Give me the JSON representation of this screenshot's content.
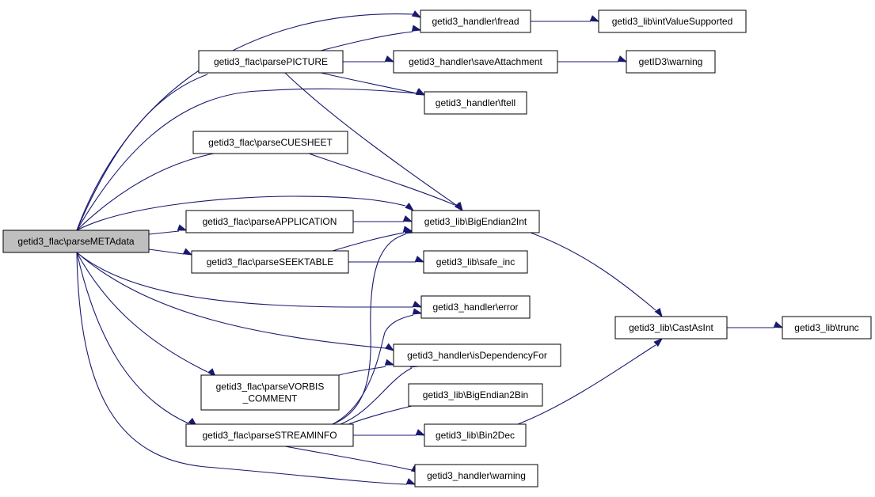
{
  "colors": {
    "edge": "#191970",
    "node_border": "#000000",
    "root_fill": "#bfbfbf",
    "node_fill": "#ffffff"
  },
  "nodes": {
    "parseMETAdata": {
      "lines": [
        "getid3_flac\\parseMETAdata"
      ]
    },
    "parsePICTURE": {
      "lines": [
        "getid3_flac\\parsePICTURE"
      ]
    },
    "parseCUESHEET": {
      "lines": [
        "getid3_flac\\parseCUESHEET"
      ]
    },
    "parseAPPLICATION": {
      "lines": [
        "getid3_flac\\parseAPPLICATION"
      ]
    },
    "parseSEEKTABLE": {
      "lines": [
        "getid3_flac\\parseSEEKTABLE"
      ]
    },
    "parseVORBIS_COMMENT": {
      "lines": [
        "getid3_flac\\parseVORBIS",
        "_COMMENT"
      ]
    },
    "parseSTREAMINFO": {
      "lines": [
        "getid3_flac\\parseSTREAMINFO"
      ]
    },
    "fread": {
      "lines": [
        "getid3_handler\\fread"
      ]
    },
    "saveAttachment": {
      "lines": [
        "getid3_handler\\saveAttachment"
      ]
    },
    "ftell": {
      "lines": [
        "getid3_handler\\ftell"
      ]
    },
    "BigEndian2Int": {
      "lines": [
        "getid3_lib\\BigEndian2Int"
      ]
    },
    "safe_inc": {
      "lines": [
        "getid3_lib\\safe_inc"
      ]
    },
    "error": {
      "lines": [
        "getid3_handler\\error"
      ]
    },
    "isDependencyFor": {
      "lines": [
        "getid3_handler\\isDependencyFor"
      ]
    },
    "BigEndian2Bin": {
      "lines": [
        "getid3_lib\\BigEndian2Bin"
      ]
    },
    "Bin2Dec": {
      "lines": [
        "getid3_lib\\Bin2Dec"
      ]
    },
    "warning_handler": {
      "lines": [
        "getid3_handler\\warning"
      ]
    },
    "intValueSupported": {
      "lines": [
        "getid3_lib\\intValueSupported"
      ]
    },
    "getID3warning": {
      "lines": [
        "getID3\\warning"
      ]
    },
    "CastAsInt": {
      "lines": [
        "getid3_lib\\CastAsInt"
      ]
    },
    "trunc": {
      "lines": [
        "getid3_lib\\trunc"
      ]
    }
  },
  "edges": [
    {
      "from": "parseMETAdata",
      "to": "fread"
    },
    {
      "from": "parseMETAdata",
      "to": "parsePICTURE"
    },
    {
      "from": "parseMETAdata",
      "to": "ftell"
    },
    {
      "from": "parseMETAdata",
      "to": "parseCUESHEET"
    },
    {
      "from": "parseMETAdata",
      "to": "BigEndian2Int"
    },
    {
      "from": "parseMETAdata",
      "to": "parseAPPLICATION"
    },
    {
      "from": "parseMETAdata",
      "to": "parseSEEKTABLE"
    },
    {
      "from": "parseMETAdata",
      "to": "error"
    },
    {
      "from": "parseMETAdata",
      "to": "isDependencyFor"
    },
    {
      "from": "parseMETAdata",
      "to": "parseVORBIS_COMMENT"
    },
    {
      "from": "parseMETAdata",
      "to": "parseSTREAMINFO"
    },
    {
      "from": "parseMETAdata",
      "to": "warning_handler"
    },
    {
      "from": "parsePICTURE",
      "to": "fread"
    },
    {
      "from": "parsePICTURE",
      "to": "saveAttachment"
    },
    {
      "from": "parsePICTURE",
      "to": "ftell"
    },
    {
      "from": "parsePICTURE",
      "to": "BigEndian2Int"
    },
    {
      "from": "fread",
      "to": "intValueSupported"
    },
    {
      "from": "saveAttachment",
      "to": "getID3warning"
    },
    {
      "from": "parseCUESHEET",
      "to": "BigEndian2Int"
    },
    {
      "from": "parseAPPLICATION",
      "to": "BigEndian2Int"
    },
    {
      "from": "parseSEEKTABLE",
      "to": "BigEndian2Int"
    },
    {
      "from": "parseSEEKTABLE",
      "to": "safe_inc"
    },
    {
      "from": "parseVORBIS_COMMENT",
      "to": "isDependencyFor"
    },
    {
      "from": "parseSTREAMINFO",
      "to": "BigEndian2Int"
    },
    {
      "from": "parseSTREAMINFO",
      "to": "error"
    },
    {
      "from": "parseSTREAMINFO",
      "to": "isDependencyFor"
    },
    {
      "from": "parseSTREAMINFO",
      "to": "BigEndian2Bin"
    },
    {
      "from": "parseSTREAMINFO",
      "to": "Bin2Dec"
    },
    {
      "from": "parseSTREAMINFO",
      "to": "warning_handler"
    },
    {
      "from": "BigEndian2Int",
      "to": "CastAsInt"
    },
    {
      "from": "Bin2Dec",
      "to": "CastAsInt"
    },
    {
      "from": "CastAsInt",
      "to": "trunc"
    }
  ]
}
